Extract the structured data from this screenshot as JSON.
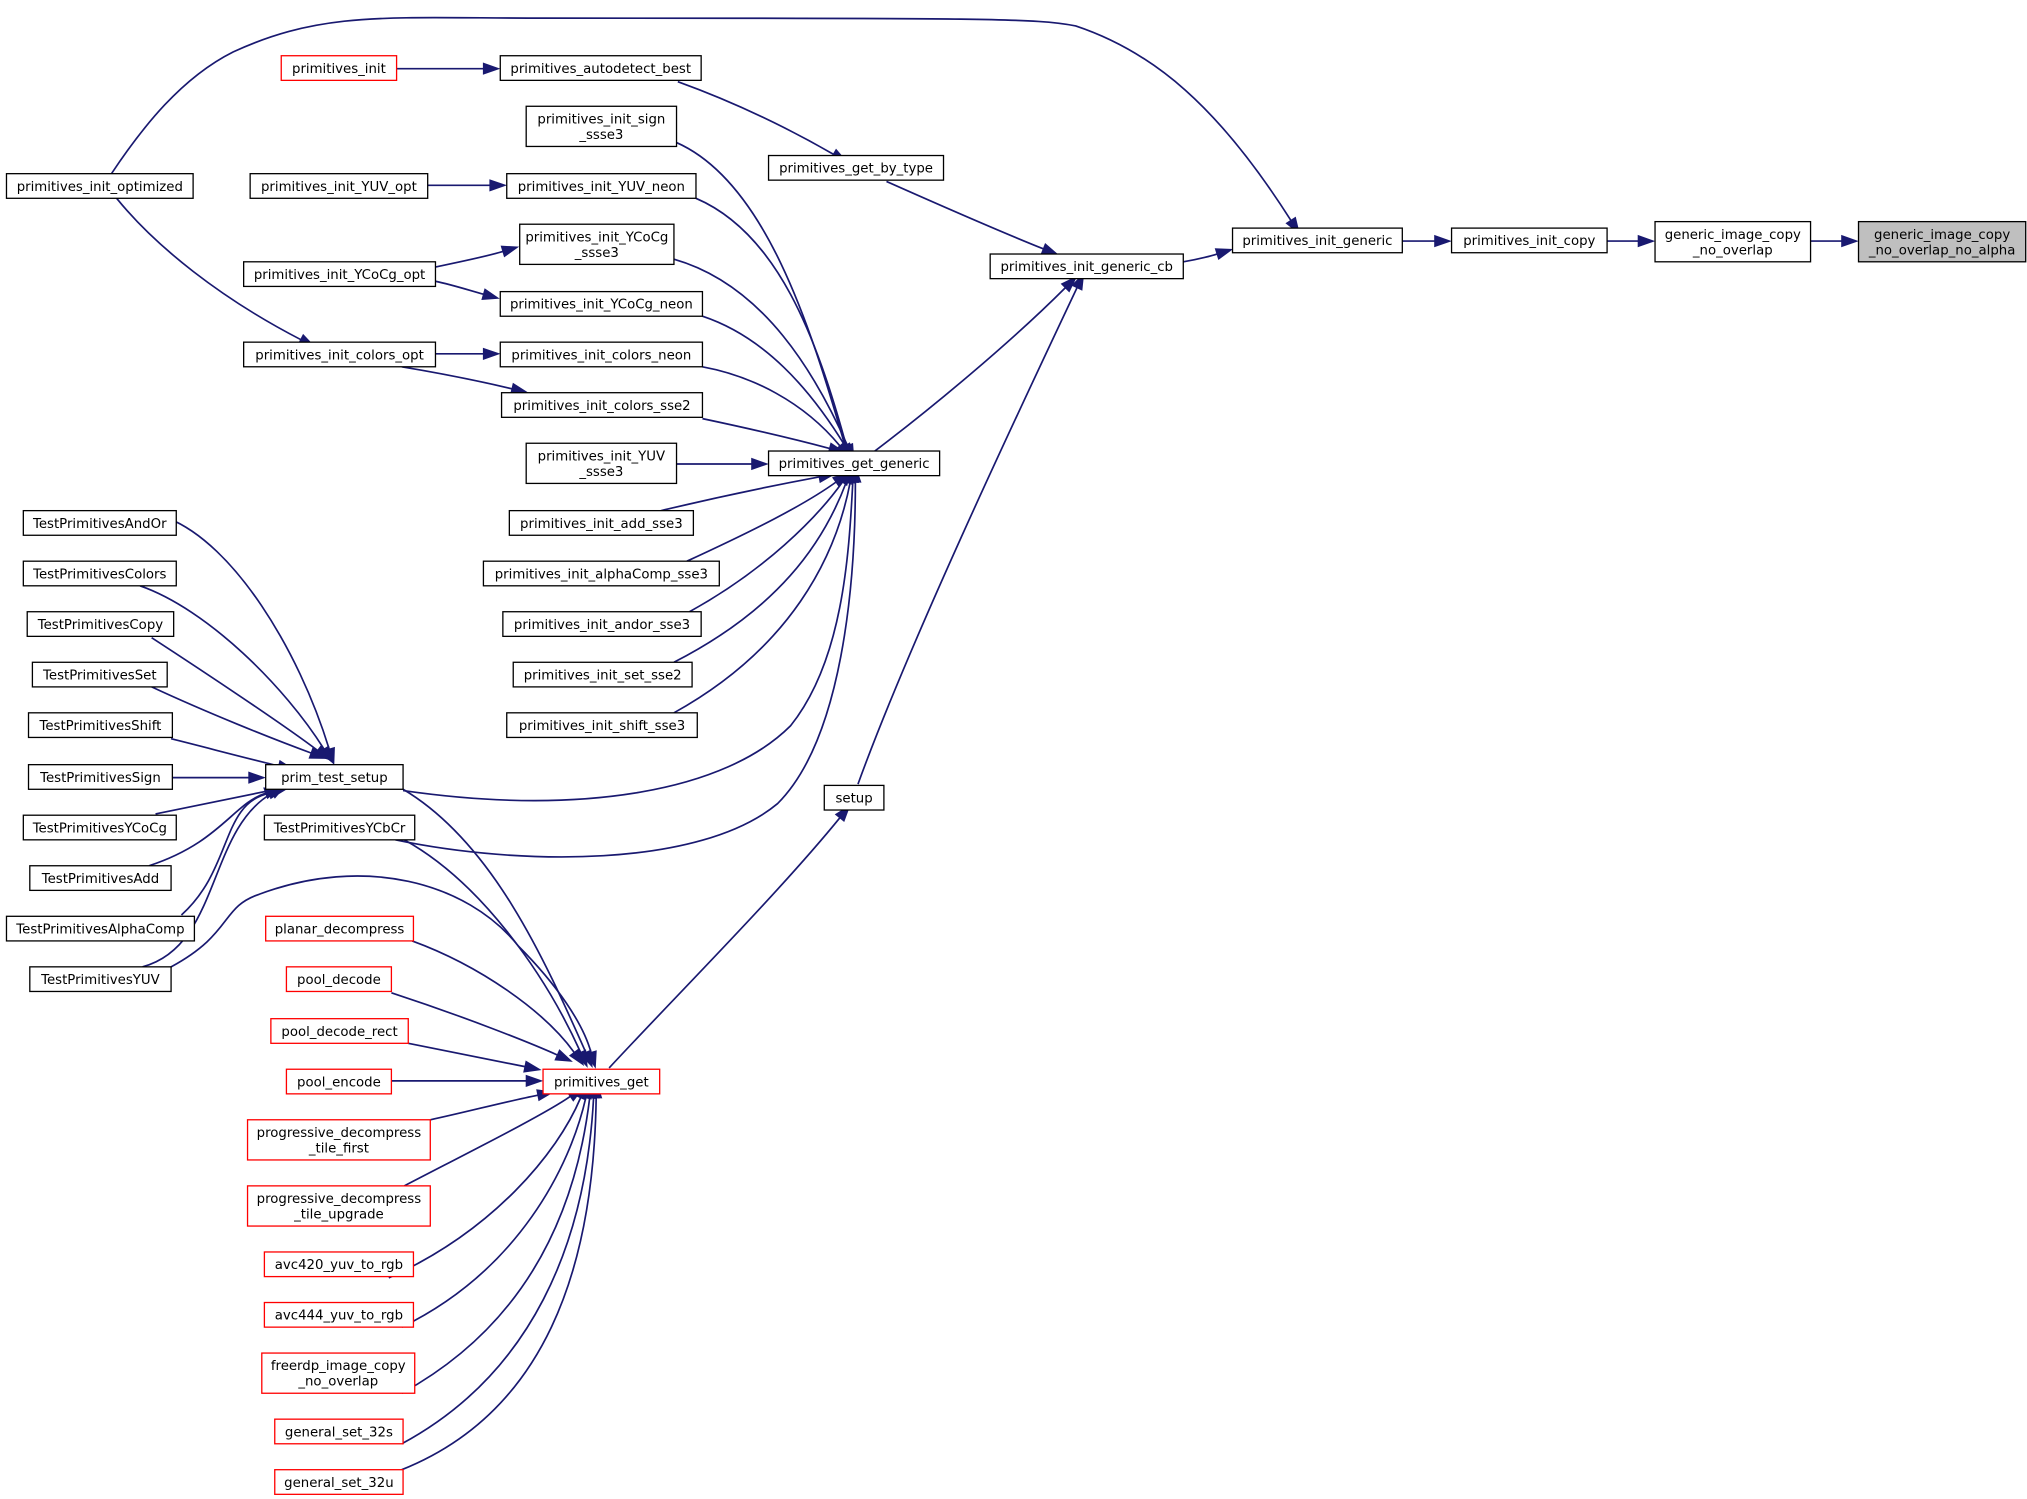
{
  "colors": {
    "edge": "#191970",
    "node_border": "#000000",
    "node_border_truncated": "#ff0000",
    "node_fill": "#ffffff",
    "focus_fill": "#bfbfbf"
  },
  "nodes": [
    {
      "id": "focus",
      "lines": [
        "generic_image_copy",
        "_no_overlap_no_alpha"
      ],
      "style": "focus"
    },
    {
      "id": "gicno",
      "lines": [
        "generic_image_copy",
        "_no_overlap"
      ],
      "style": "normal"
    },
    {
      "id": "pic",
      "lines": [
        "primitives_init_copy"
      ],
      "style": "normal"
    },
    {
      "id": "pig",
      "lines": [
        "primitives_init_generic"
      ],
      "style": "normal"
    },
    {
      "id": "pigcb",
      "lines": [
        "primitives_init_generic_cb"
      ],
      "style": "normal"
    },
    {
      "id": "pgbt",
      "lines": [
        "primitives_get_by_type"
      ],
      "style": "normal"
    },
    {
      "id": "pab",
      "lines": [
        "primitives_autodetect_best"
      ],
      "style": "normal"
    },
    {
      "id": "pi",
      "lines": [
        "primitives_init"
      ],
      "style": "truncated"
    },
    {
      "id": "pio",
      "lines": [
        "primitives_init_optimized"
      ],
      "style": "normal"
    },
    {
      "id": "pgg",
      "lines": [
        "primitives_get_generic"
      ],
      "style": "normal"
    },
    {
      "id": "setup",
      "lines": [
        "setup"
      ],
      "style": "normal"
    },
    {
      "id": "pisign",
      "lines": [
        "primitives_init_sign",
        "_ssse3"
      ],
      "style": "normal"
    },
    {
      "id": "piyuvneon",
      "lines": [
        "primitives_init_YUV_neon"
      ],
      "style": "normal"
    },
    {
      "id": "piyuvopt",
      "lines": [
        "primitives_init_YUV_opt"
      ],
      "style": "normal"
    },
    {
      "id": "piycocgssse3",
      "lines": [
        "primitives_init_YCoCg",
        "_ssse3"
      ],
      "style": "normal"
    },
    {
      "id": "piycocgopt",
      "lines": [
        "primitives_init_YCoCg_opt"
      ],
      "style": "normal"
    },
    {
      "id": "piycocgneon",
      "lines": [
        "primitives_init_YCoCg_neon"
      ],
      "style": "normal"
    },
    {
      "id": "picolorsopt",
      "lines": [
        "primitives_init_colors_opt"
      ],
      "style": "normal"
    },
    {
      "id": "picolorsneon",
      "lines": [
        "primitives_init_colors_neon"
      ],
      "style": "normal"
    },
    {
      "id": "picolorssse2",
      "lines": [
        "primitives_init_colors_sse2"
      ],
      "style": "normal"
    },
    {
      "id": "piyuvssse3",
      "lines": [
        "primitives_init_YUV",
        "_ssse3"
      ],
      "style": "normal"
    },
    {
      "id": "piadd",
      "lines": [
        "primitives_init_add_sse3"
      ],
      "style": "normal"
    },
    {
      "id": "pialpha",
      "lines": [
        "primitives_init_alphaComp_sse3"
      ],
      "style": "normal"
    },
    {
      "id": "piandor",
      "lines": [
        "primitives_init_andor_sse3"
      ],
      "style": "normal"
    },
    {
      "id": "piset",
      "lines": [
        "primitives_init_set_sse2"
      ],
      "style": "normal"
    },
    {
      "id": "pishift",
      "lines": [
        "primitives_init_shift_sse3"
      ],
      "style": "normal"
    },
    {
      "id": "pts",
      "lines": [
        "prim_test_setup"
      ],
      "style": "normal"
    },
    {
      "id": "tpycbcr",
      "lines": [
        "TestPrimitivesYCbCr"
      ],
      "style": "normal"
    },
    {
      "id": "pget",
      "lines": [
        "primitives_get"
      ],
      "style": "truncated"
    },
    {
      "id": "tpandor",
      "lines": [
        "TestPrimitivesAndOr"
      ],
      "style": "normal"
    },
    {
      "id": "tpcolors",
      "lines": [
        "TestPrimitivesColors"
      ],
      "style": "normal"
    },
    {
      "id": "tpcopy",
      "lines": [
        "TestPrimitivesCopy"
      ],
      "style": "normal"
    },
    {
      "id": "tpset",
      "lines": [
        "TestPrimitivesSet"
      ],
      "style": "normal"
    },
    {
      "id": "tpshift",
      "lines": [
        "TestPrimitivesShift"
      ],
      "style": "normal"
    },
    {
      "id": "tpsign",
      "lines": [
        "TestPrimitivesSign"
      ],
      "style": "normal"
    },
    {
      "id": "tpycocg",
      "lines": [
        "TestPrimitivesYCoCg"
      ],
      "style": "normal"
    },
    {
      "id": "tpadd",
      "lines": [
        "TestPrimitivesAdd"
      ],
      "style": "normal"
    },
    {
      "id": "tpalpha",
      "lines": [
        "TestPrimitivesAlphaComp"
      ],
      "style": "normal"
    },
    {
      "id": "tpyuv",
      "lines": [
        "TestPrimitivesYUV"
      ],
      "style": "normal"
    },
    {
      "id": "planar",
      "lines": [
        "planar_decompress"
      ],
      "style": "truncated"
    },
    {
      "id": "pooldec",
      "lines": [
        "pool_decode"
      ],
      "style": "truncated"
    },
    {
      "id": "pooldecrect",
      "lines": [
        "pool_decode_rect"
      ],
      "style": "truncated"
    },
    {
      "id": "poolenc",
      "lines": [
        "pool_encode"
      ],
      "style": "truncated"
    },
    {
      "id": "progfirst",
      "lines": [
        "progressive_decompress",
        "_tile_first"
      ],
      "style": "truncated"
    },
    {
      "id": "progupg",
      "lines": [
        "progressive_decompress",
        "_tile_upgrade"
      ],
      "style": "truncated"
    },
    {
      "id": "avc420",
      "lines": [
        "avc420_yuv_to_rgb"
      ],
      "style": "truncated"
    },
    {
      "id": "avc444",
      "lines": [
        "avc444_yuv_to_rgb"
      ],
      "style": "truncated"
    },
    {
      "id": "freerdp",
      "lines": [
        "freerdp_image_copy",
        "_no_overlap"
      ],
      "style": "truncated"
    },
    {
      "id": "gs32s",
      "lines": [
        "general_set_32s"
      ],
      "style": "truncated"
    },
    {
      "id": "gs32u",
      "lines": [
        "general_set_32u"
      ],
      "style": "truncated"
    }
  ],
  "edges": [
    {
      "from": "gicno",
      "to": "focus"
    },
    {
      "from": "pic",
      "to": "gicno"
    },
    {
      "from": "pig",
      "to": "pic"
    },
    {
      "from": "pigcb",
      "to": "pig"
    },
    {
      "from": "pio",
      "to": "pig"
    },
    {
      "from": "pgbt",
      "to": "pigcb"
    },
    {
      "from": "pgg",
      "to": "pigcb"
    },
    {
      "from": "setup",
      "to": "pigcb"
    },
    {
      "from": "pab",
      "to": "pgbt"
    },
    {
      "from": "pi",
      "to": "pab"
    },
    {
      "from": "pisign",
      "to": "pgg"
    },
    {
      "from": "piyuvneon",
      "to": "pgg"
    },
    {
      "from": "piycocgssse3",
      "to": "pgg"
    },
    {
      "from": "piycocgneon",
      "to": "pgg"
    },
    {
      "from": "picolorsneon",
      "to": "pgg"
    },
    {
      "from": "picolorssse2",
      "to": "pgg"
    },
    {
      "from": "piyuvssse3",
      "to": "pgg"
    },
    {
      "from": "piadd",
      "to": "pgg"
    },
    {
      "from": "pialpha",
      "to": "pgg"
    },
    {
      "from": "piandor",
      "to": "pgg"
    },
    {
      "from": "piset",
      "to": "pgg"
    },
    {
      "from": "pishift",
      "to": "pgg"
    },
    {
      "from": "pts",
      "to": "pgg"
    },
    {
      "from": "tpycbcr",
      "to": "pgg"
    },
    {
      "from": "piyuvopt",
      "to": "piyuvneon"
    },
    {
      "from": "piycocgopt",
      "to": "piycocgssse3"
    },
    {
      "from": "piycocgopt",
      "to": "piycocgneon"
    },
    {
      "from": "pio",
      "to": "picolorsopt"
    },
    {
      "from": "picolorsopt",
      "to": "picolorsneon"
    },
    {
      "from": "picolorsopt",
      "to": "picolorssse2"
    },
    {
      "from": "pget",
      "to": "setup"
    },
    {
      "from": "tpandor",
      "to": "pts"
    },
    {
      "from": "tpcolors",
      "to": "pts"
    },
    {
      "from": "tpcopy",
      "to": "pts"
    },
    {
      "from": "tpset",
      "to": "pts"
    },
    {
      "from": "tpshift",
      "to": "pts"
    },
    {
      "from": "tpsign",
      "to": "pts"
    },
    {
      "from": "tpycocg",
      "to": "pts"
    },
    {
      "from": "tpadd",
      "to": "pts"
    },
    {
      "from": "tpalpha",
      "to": "pts"
    },
    {
      "from": "tpyuv",
      "to": "pts"
    },
    {
      "from": "pts",
      "to": "pget"
    },
    {
      "from": "tpycbcr",
      "to": "pget"
    },
    {
      "from": "tpyuv",
      "to": "pget"
    },
    {
      "from": "planar",
      "to": "pget"
    },
    {
      "from": "pooldec",
      "to": "pget"
    },
    {
      "from": "pooldecrect",
      "to": "pget"
    },
    {
      "from": "poolenc",
      "to": "pget"
    },
    {
      "from": "progfirst",
      "to": "pget"
    },
    {
      "from": "progupg",
      "to": "pget"
    },
    {
      "from": "avc420",
      "to": "pget"
    },
    {
      "from": "avc444",
      "to": "pget"
    },
    {
      "from": "freerdp",
      "to": "pget"
    },
    {
      "from": "gs32s",
      "to": "pget"
    },
    {
      "from": "gs32u",
      "to": "pget"
    }
  ]
}
